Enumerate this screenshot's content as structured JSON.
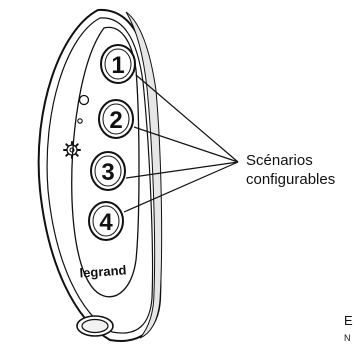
{
  "device": {
    "brand": "legrand",
    "buttons": [
      {
        "label": "1"
      },
      {
        "label": "2"
      },
      {
        "label": "3"
      },
      {
        "label": "4"
      }
    ],
    "settings_icon": "gear-icon",
    "indicator_icons": [
      "led-indicator-icon",
      "small-led-indicator-icon"
    ]
  },
  "callout": {
    "line1": "Scénarios",
    "line2": "configurables"
  },
  "corner": {
    "text1": "E",
    "text2": "N"
  },
  "colors": {
    "outline": "#111111",
    "body": "#ffffff",
    "shadow": "#d9d9d9"
  }
}
